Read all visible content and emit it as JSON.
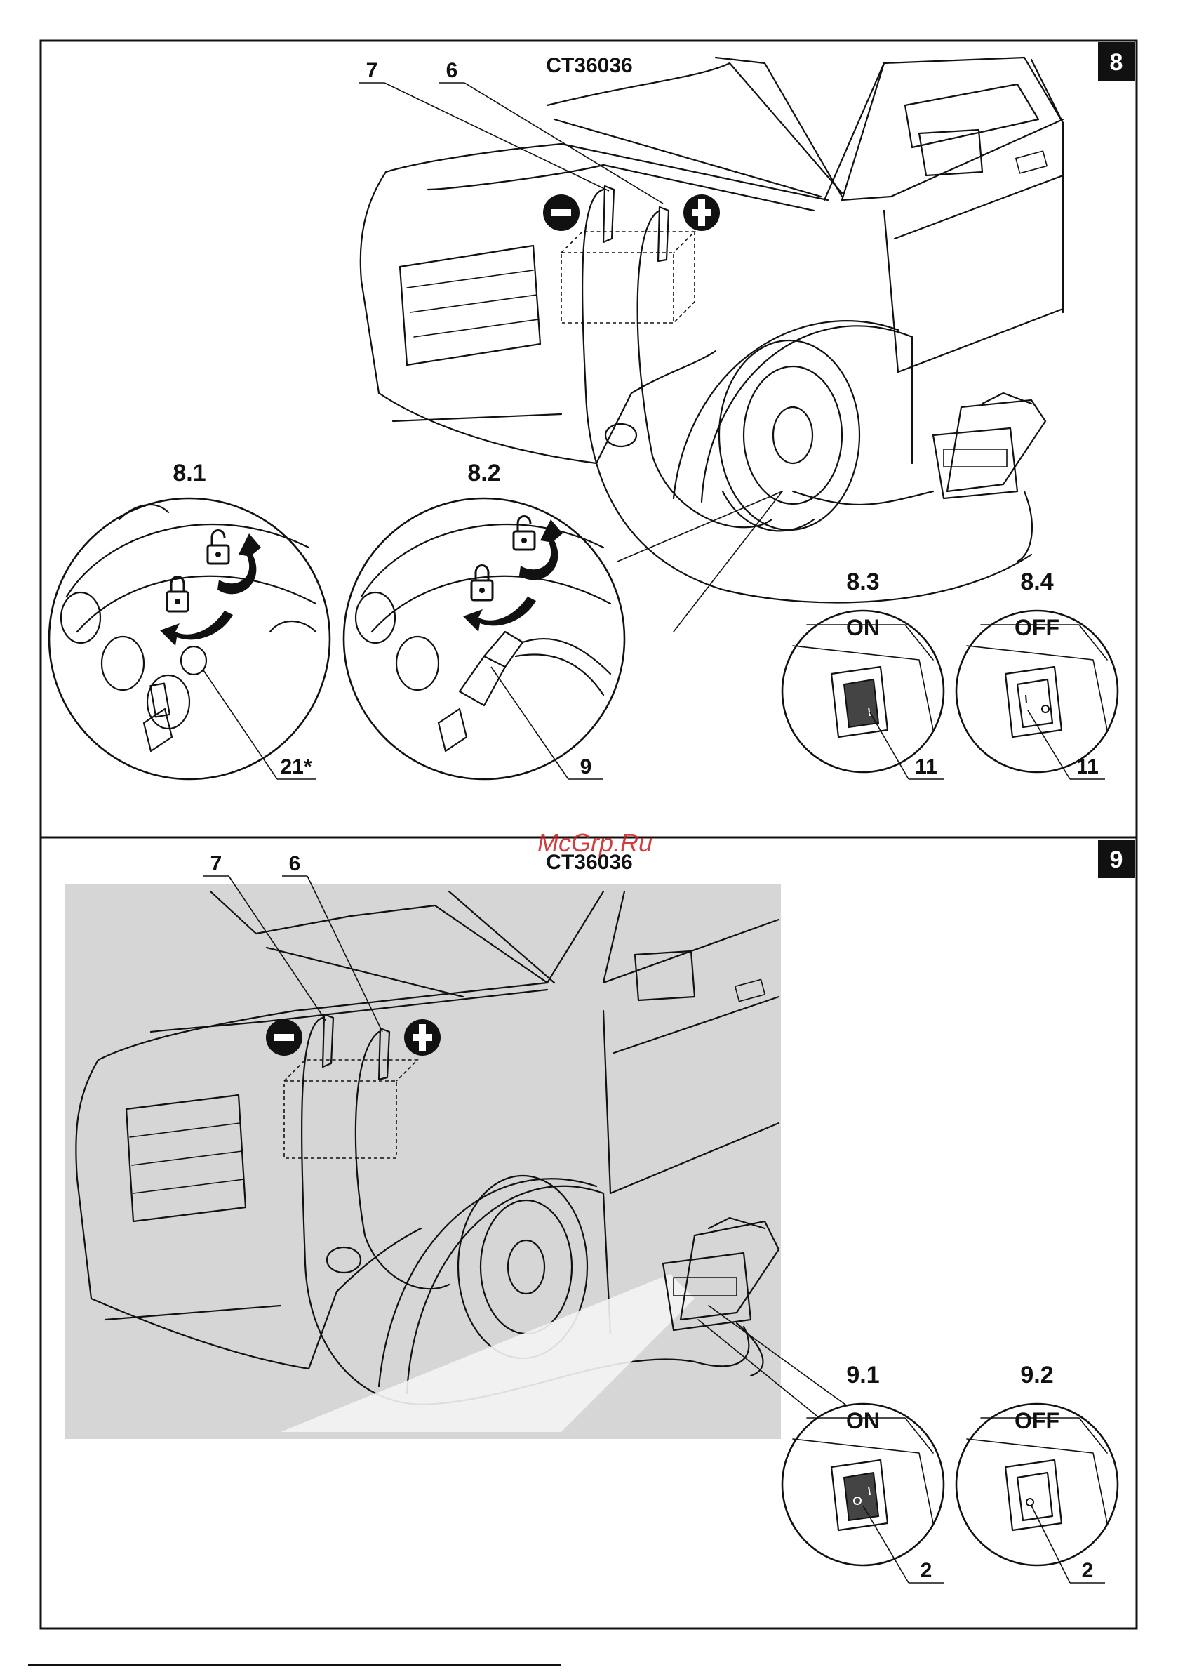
{
  "sections": [
    {
      "number": "8",
      "code": "CT36036",
      "callouts": {
        "negative_cable": "7",
        "positive_cable": "6"
      },
      "insets": [
        {
          "title": "8.1",
          "part": "21*"
        },
        {
          "title": "8.2",
          "part": "9"
        },
        {
          "title": "8.3",
          "switch_state": "ON",
          "part": "11"
        },
        {
          "title": "8.4",
          "switch_state": "OFF",
          "part": "11"
        }
      ]
    },
    {
      "number": "9",
      "code": "CT36036",
      "callouts": {
        "negative_cable": "7",
        "positive_cable": "6"
      },
      "insets": [
        {
          "title": "9.1",
          "switch_state": "ON",
          "part": "2"
        },
        {
          "title": "9.2",
          "switch_state": "OFF",
          "part": "2"
        }
      ]
    }
  ],
  "watermark": "McGrp.Ru",
  "colors": {
    "line": "#111111",
    "panel_bg": "#d6d6d6",
    "watermark": "#c81e1e"
  },
  "icons": [
    "minus-terminal-icon",
    "plus-terminal-icon",
    "lock-closed-icon",
    "lock-open-icon",
    "rotate-arrow-icon"
  ]
}
